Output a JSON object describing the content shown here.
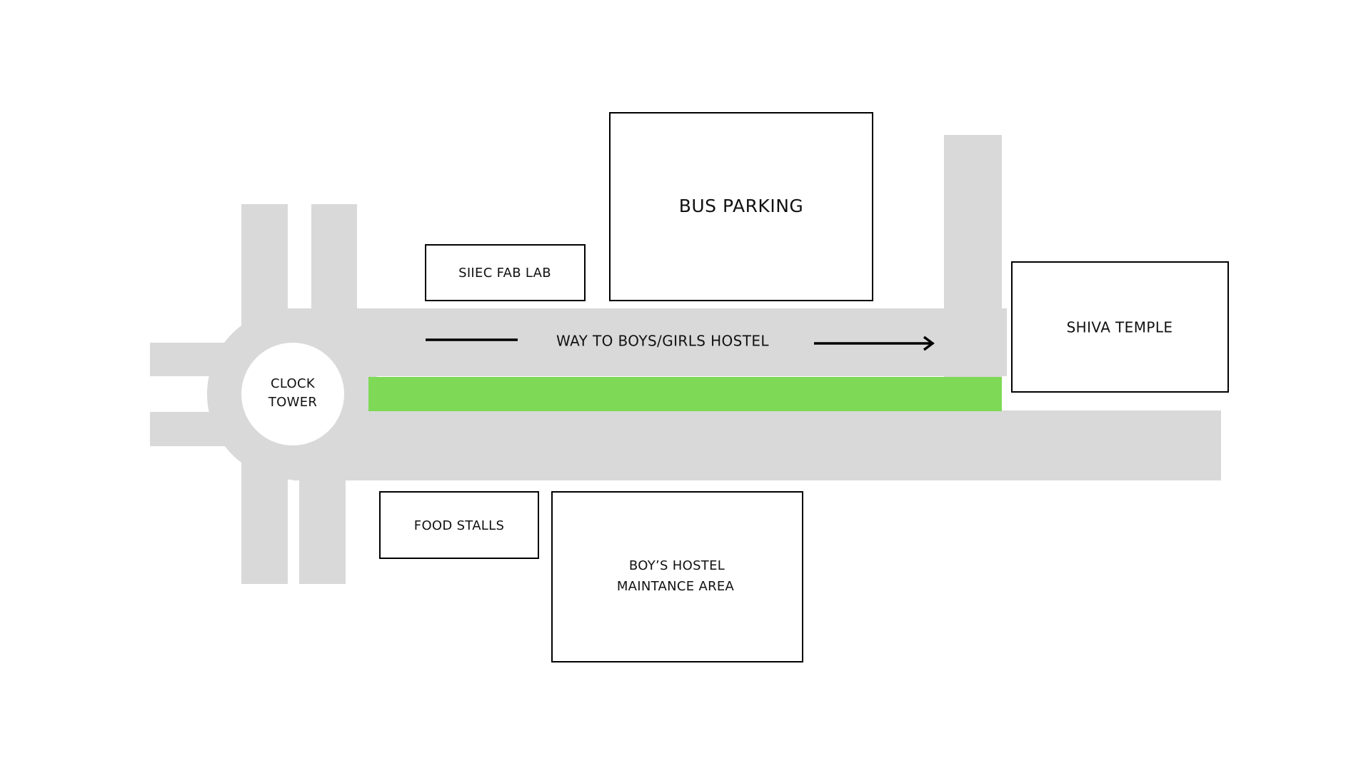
{
  "map": {
    "colors": {
      "road": "#d9d9d9",
      "highlight_path": "#7ed957",
      "building_fill": "#ffffff",
      "building_outline": "#000000"
    },
    "roundabout": {
      "label_line1": "CLOCK",
      "label_line2": "TOWER"
    },
    "route": {
      "label": "WAY TO BOYS/GIRLS HOSTEL",
      "arrow_icon": "arrow-right-icon"
    },
    "buildings": {
      "bus_parking": "BUS PARKING",
      "siiec_fab_lab": "SIIEC FAB LAB",
      "shiva_temple": "SHIVA TEMPLE",
      "food_stalls": "FOOD STALLS",
      "boys_hostel_line1": "BOY’S HOSTEL",
      "boys_hostel_line2": "MAINTANCE AREA"
    }
  }
}
